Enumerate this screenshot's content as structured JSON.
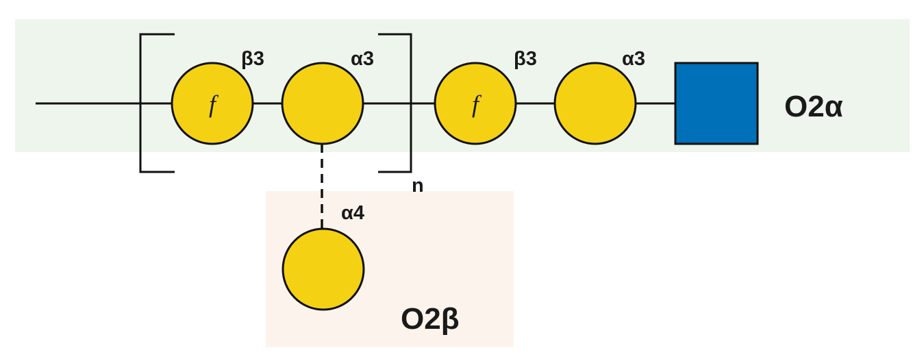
{
  "colors": {
    "galactose": "#f5d114",
    "galnac": "#0070b8",
    "outline": "#111111",
    "o2a_region": "#eef5ec",
    "o2b_region": "#fcf4ec"
  },
  "regions": {
    "o2a_label": "O2α",
    "o2b_label": "O2β"
  },
  "residues": {
    "repeat_gal_f": {
      "symbol": "f",
      "shape": "yellow-circle"
    },
    "repeat_gal": {
      "symbol": "",
      "shape": "yellow-circle"
    },
    "gal_f": {
      "symbol": "f",
      "shape": "yellow-circle"
    },
    "gal": {
      "symbol": "",
      "shape": "yellow-circle"
    },
    "galnac": {
      "shape": "blue-square"
    },
    "branch_gal": {
      "symbol": "",
      "shape": "yellow-circle"
    }
  },
  "linkages": {
    "repeat_beta3": "β3",
    "repeat_alpha3": "α3",
    "beta3": "β3",
    "alpha3": "α3",
    "branch_alpha4": "α4"
  },
  "repeat": {
    "subscript": "n"
  }
}
